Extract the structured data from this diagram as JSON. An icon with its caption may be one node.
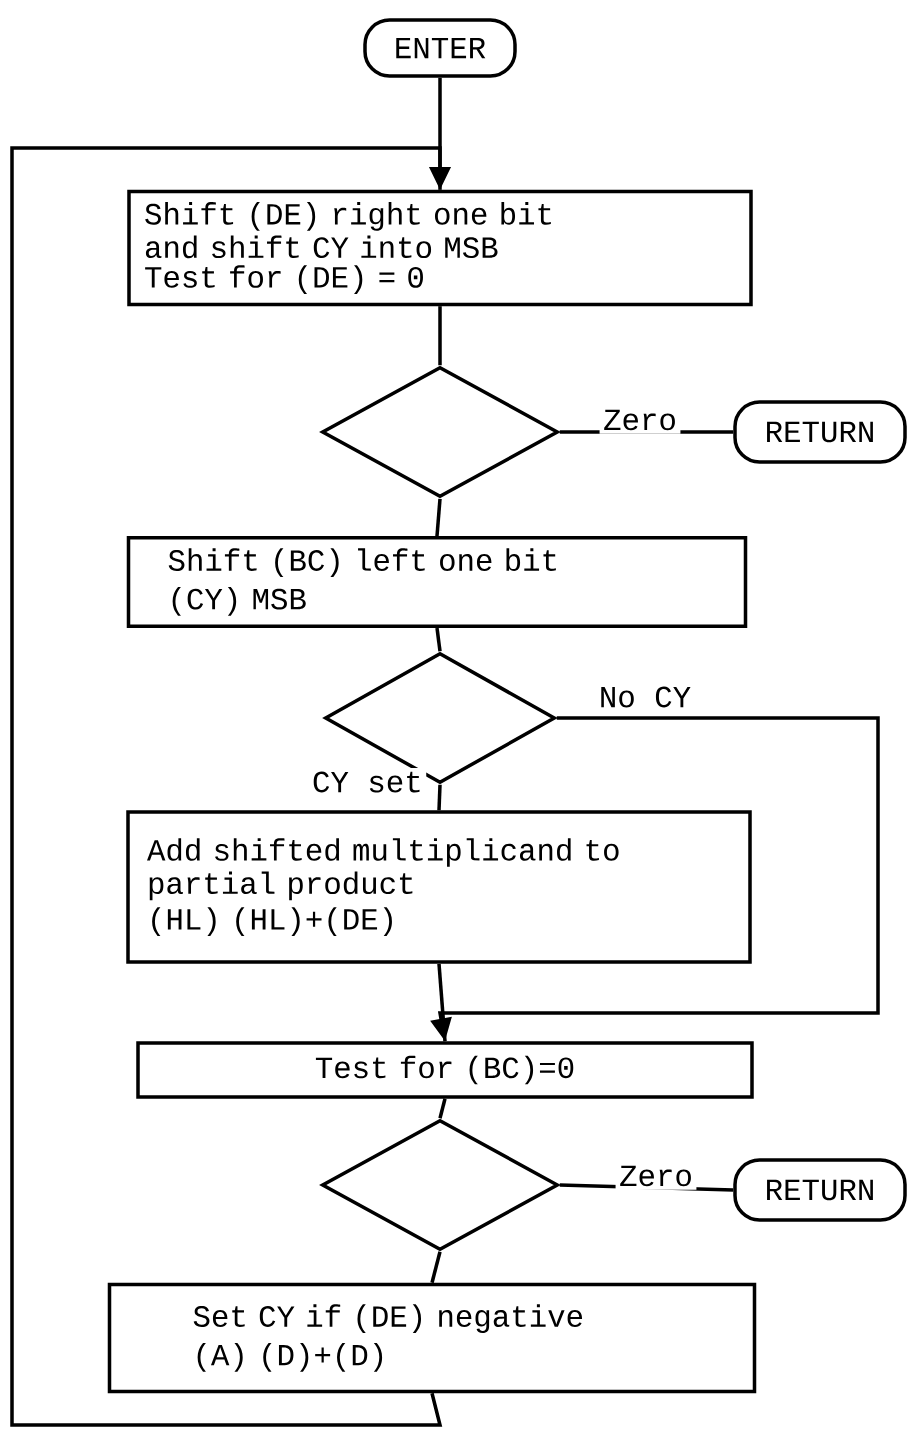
{
  "diagram": {
    "nodes": [
      {
        "text": [
          "ENTER"
        ]
      },
      {
        "text": [
          "Shift (DE) right one bit and shift CY into MSB",
          "Test for (DE) = 0"
        ]
      },
      {
        "text": [],
        "shape": "diamond"
      },
      {
        "text": [
          "RETURN"
        ]
      },
      {
        "text": [
          "Shift (BC) left one bit",
          "(CY) MSB"
        ]
      },
      {
        "text": [],
        "shape": "diamond"
      },
      {
        "text": [
          "Add shifted multiplicand to partial product",
          "(HL) (HL)+(DE)"
        ]
      },
      {
        "text": [
          "Test for (BC)=0"
        ]
      },
      {
        "text": [],
        "shape": "diamond"
      },
      {
        "text": [
          "RETURN"
        ]
      },
      {
        "text": [
          "Set CY if (DE) negative",
          "(A) (D)+(D)"
        ]
      }
    ],
    "edges": [
      {
        "from": 0,
        "to": 1,
        "arrow": "none"
      },
      {
        "from": 1,
        "to": 2,
        "arrow": "none"
      },
      {
        "from": 2,
        "to": 3,
        "arrow": "none",
        "label": "Zero"
      },
      {
        "from": 2,
        "to": 4,
        "arrow": "none"
      },
      {
        "from": 4,
        "to": 5,
        "arrow": "none"
      },
      {
        "from": 5,
        "to": 6,
        "arrow": "none",
        "label": "CY set"
      },
      {
        "from": 5,
        "to": 7,
        "arrow": "to",
        "label": "No CY"
      },
      {
        "from": 6,
        "to": 7,
        "arrow": "none"
      },
      {
        "from": 7,
        "to": 8,
        "arrow": "none"
      },
      {
        "from": 8,
        "to": 9,
        "arrow": "none",
        "label": "Zero"
      },
      {
        "from": 8,
        "to": 10,
        "arrow": "none"
      },
      {
        "from": 10,
        "to": 1,
        "arrow": "to"
      }
    ]
  }
}
